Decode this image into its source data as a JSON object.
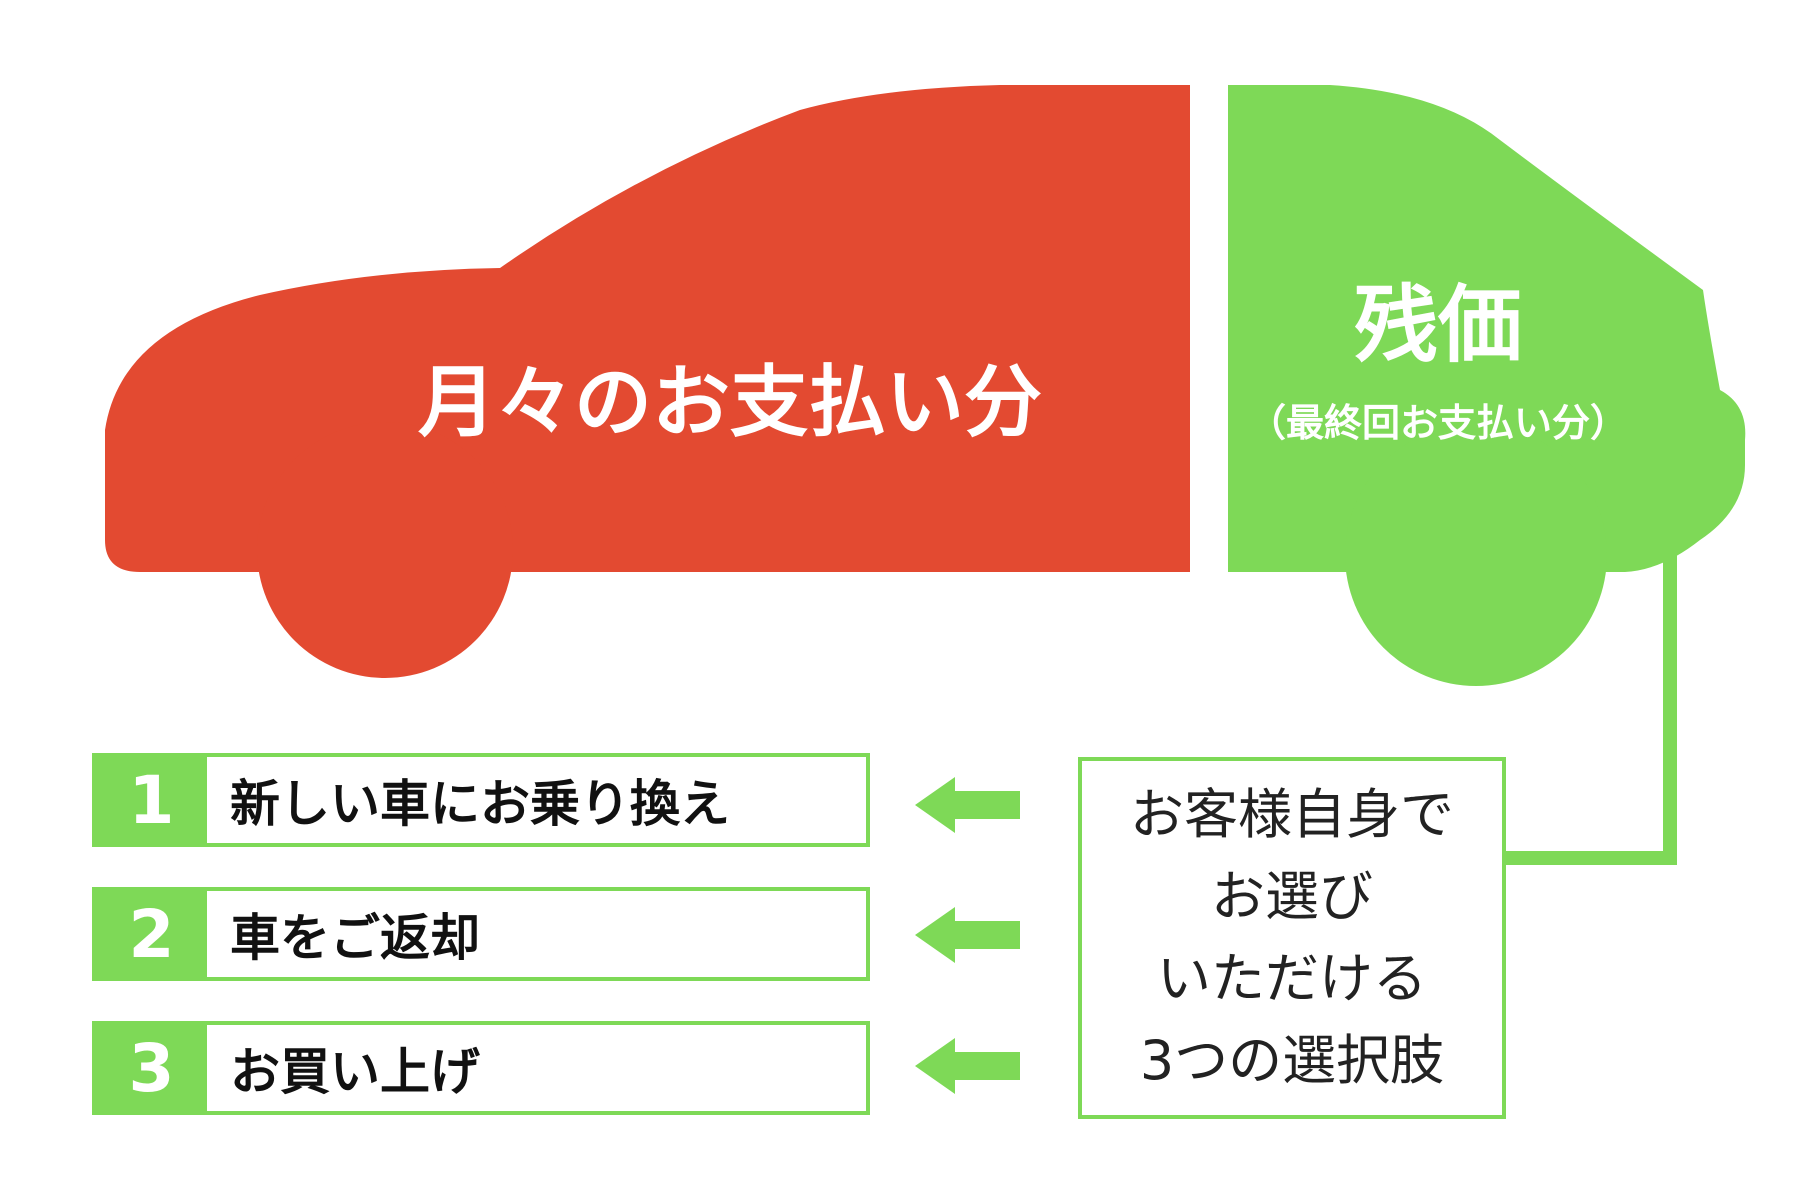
{
  "colors": {
    "monthly": "#e34a31",
    "residual": "#7ed957",
    "background": "#ffffff",
    "text_dark": "#111111",
    "text_light": "#ffffff"
  },
  "car": {
    "monthly_label": "月々のお支払い分",
    "residual_label": "残価",
    "residual_sublabel": "（最終回お支払い分）"
  },
  "options": [
    {
      "number": "1",
      "label": "新しい車にお乗り換え"
    },
    {
      "number": "2",
      "label": "車をご返却"
    },
    {
      "number": "3",
      "label": "お買い上げ"
    }
  ],
  "choice_box": {
    "lines": [
      "お客様自身で",
      "お選び",
      "いただける",
      "3つの選択肢"
    ]
  }
}
